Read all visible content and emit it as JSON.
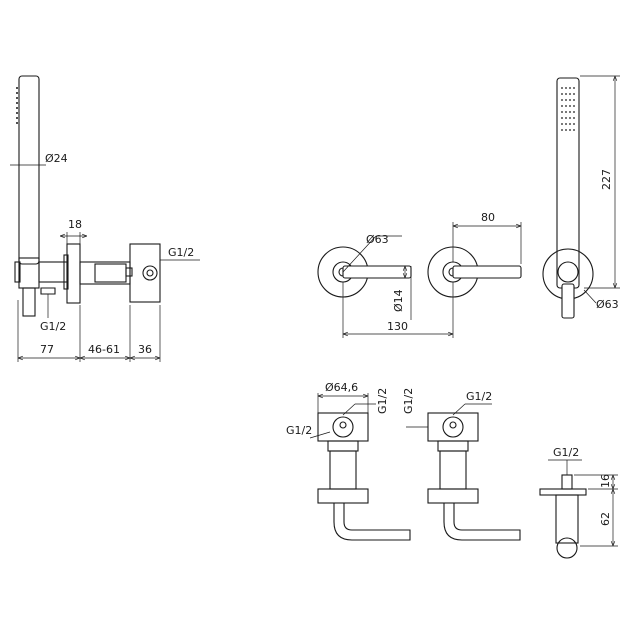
{
  "drawing": {
    "line_color": "#1a1a1a",
    "background": "#ffffff",
    "side_view": {
      "dia_handshower": "Ø24",
      "dim_flange": "18",
      "thread_top": "G1/2",
      "thread_bottom": "G1/2",
      "dim_77": "77",
      "dim_46_61": "46-61",
      "dim_36": "36"
    },
    "front_view": {
      "dia_rosette": "Ø63",
      "dia_lever": "Ø14",
      "lever_length": "80",
      "center_distance": "130",
      "handshower_length": "227",
      "dia_holder": "Ø63"
    },
    "bottom_view": {
      "dia_body": "Ø64,6",
      "thread_top_a": "G1/2",
      "thread_top_b": "G1/2",
      "thread_side_a": "G1/2",
      "thread_side_b": "G1/2",
      "thread_elbow": "G1/2",
      "elbow_height_small": "16",
      "elbow_height": "62"
    }
  }
}
